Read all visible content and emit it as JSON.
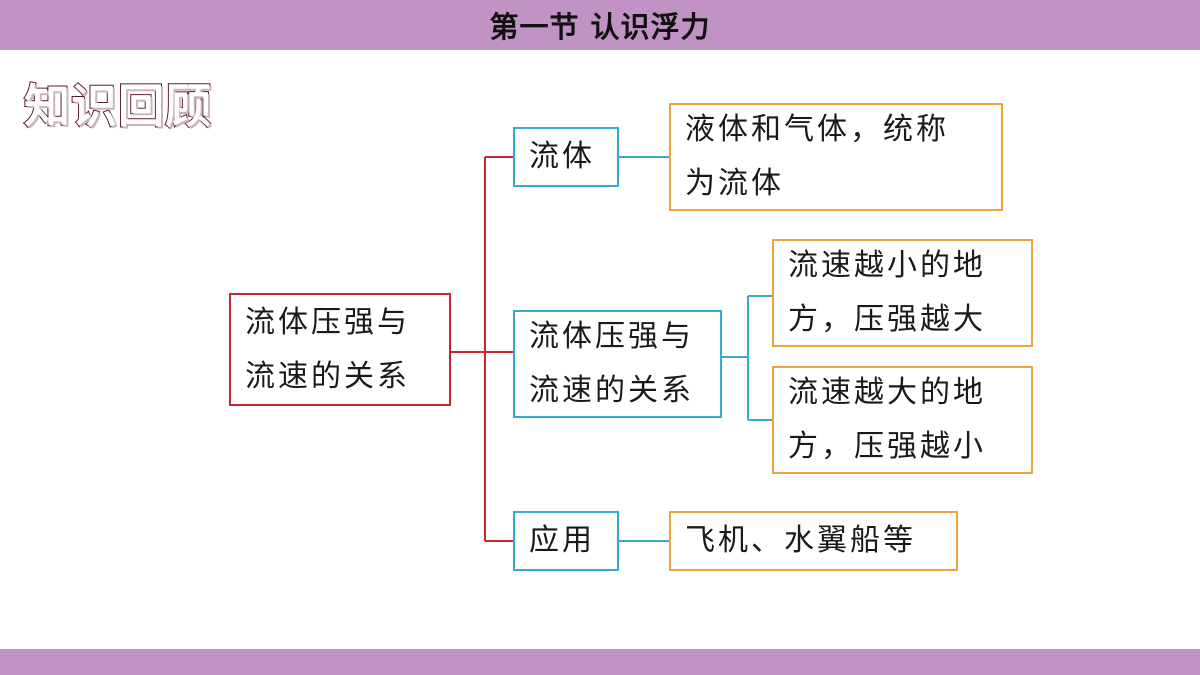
{
  "header": {
    "title": "第一节  认识浮力"
  },
  "section": {
    "heading": "知识回顾"
  },
  "diagram": {
    "root": {
      "line1": "流体压强与",
      "line2": "流速的关系"
    },
    "branches": [
      {
        "label": "流体",
        "detail": {
          "line1": "液体和气体，统称",
          "line2": "为流体"
        }
      },
      {
        "label_line1": "流体压强与",
        "label_line2": "流速的关系",
        "details": [
          {
            "line1": "流速越小的地",
            "line2": "方，压强越大"
          },
          {
            "line1": "流速越大的地",
            "line2": "方，压强越小"
          }
        ]
      },
      {
        "label": "应用",
        "detail": "飞机、水翼船等"
      }
    ]
  },
  "colors": {
    "bar": "#c193c4",
    "root_border": "#c8262f",
    "branch_border": "#3aa9d1",
    "leaf_border": "#f0a23f"
  }
}
